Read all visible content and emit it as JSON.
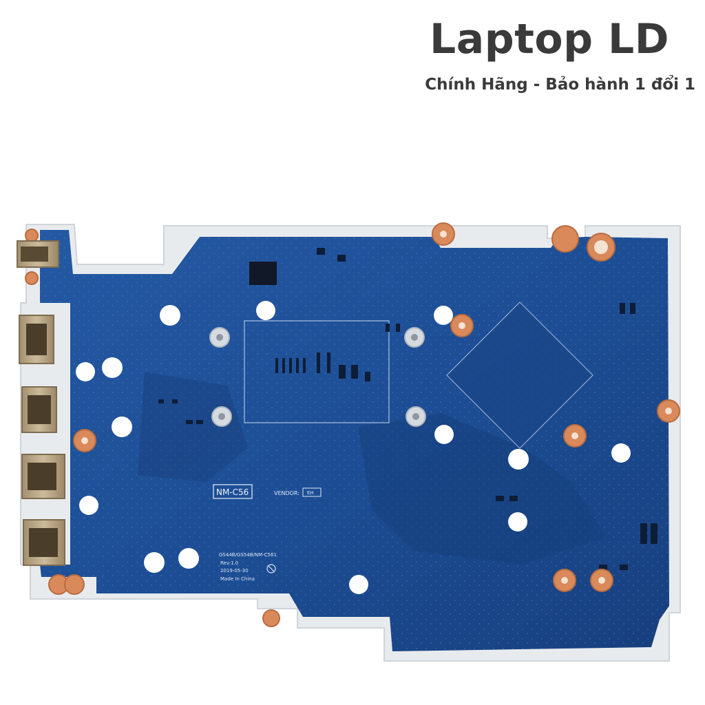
{
  "brand": {
    "title": "Laptop LD",
    "tagline": "Chính Hãng - Bảo hành 1 đổi 1"
  },
  "board": {
    "model_label": "NM-C56",
    "vendor_label": "VENDOR:",
    "vendor_value": "EH",
    "part_numbers": "GS44B/GS54B/NM-C561",
    "revision": "Rev:1.0",
    "date": "2019-05-30",
    "origin": "Made In China",
    "colors": {
      "pcb": "#1d4e95",
      "pcb_dark": "#163f7c",
      "frame": "#e9ecef",
      "copper": "#d9895a",
      "port_metal": "#b7a688"
    }
  }
}
